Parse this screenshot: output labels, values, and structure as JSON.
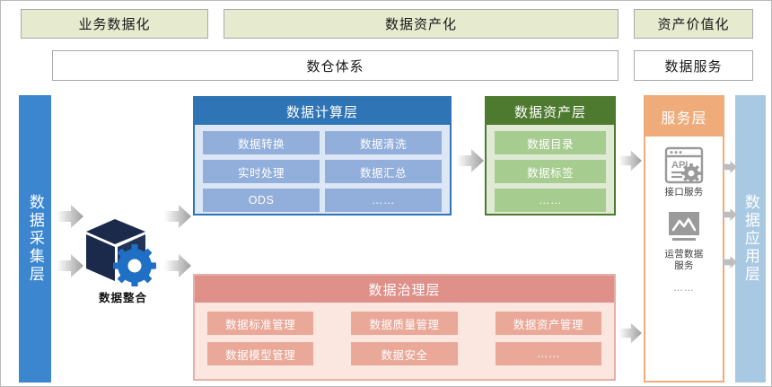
{
  "top_banners": [
    {
      "label": "业务数据化"
    },
    {
      "label": "数据资产化"
    },
    {
      "label": "资产价值化"
    }
  ],
  "sub_boxes": [
    {
      "label": "数仓体系"
    },
    {
      "label": "数据服务"
    }
  ],
  "columns": {
    "collect": {
      "label": "数据采集层",
      "color": "#3b86cf"
    },
    "apply": {
      "label": "数据应用层",
      "color": "#a9c9e3"
    }
  },
  "integration": {
    "label": "数据整合",
    "cube_color": "#1b2a4a",
    "gear_color": "#1f6fc4"
  },
  "compute_layer": {
    "title": "数据计算层",
    "header_color": "#2f74b5",
    "tile_color": "#92aedb",
    "tiles": [
      "数据转换",
      "数据清洗",
      "实时处理",
      "数据汇总",
      "ODS",
      "……"
    ]
  },
  "asset_layer": {
    "title": "数据资产层",
    "header_color": "#4e7a30",
    "tile_color": "#a6cc8f",
    "tiles": [
      "数据目录",
      "数据标签",
      "……"
    ]
  },
  "governance_layer": {
    "title": "数据治理层",
    "header_color": "#df9189",
    "tile_color": "#eaa898",
    "tiles": [
      "数据标准管理",
      "数据质量管理",
      "数据资产管理",
      "数据模型管理",
      "数据安全",
      "……"
    ]
  },
  "service_layer": {
    "title": "服务层",
    "header_color": "#efab79",
    "items": [
      {
        "icon": "api-window-gear-icon",
        "label": "接口服务"
      },
      {
        "icon": "monitor-chart-icon",
        "label": "运营数据\n服务"
      }
    ],
    "more": "……"
  },
  "arrows": {
    "color_from": "#ffffff",
    "color_to": "#9e9e9e",
    "count": 8
  }
}
